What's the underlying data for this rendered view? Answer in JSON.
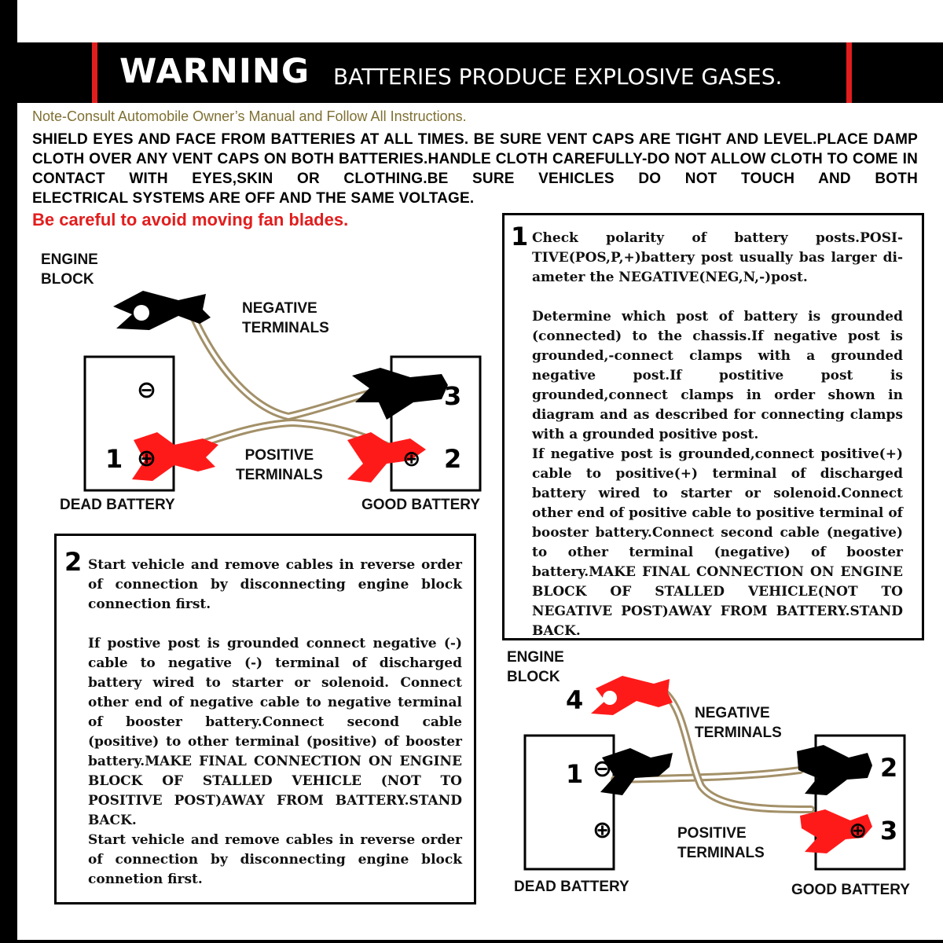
{
  "header": {
    "warning": "WARNING",
    "subtitle": "BATTERIES PRODUCE EXPLOSIVE GASES."
  },
  "note": "Note-Consult Automobile Owner’s Manual and Follow All Instructions.",
  "shield_text": "SHIELD EYES AND FACE FROM BATTERIES AT ALL TIMES. BE SURE VENT CAPS ARE TIGHT AND LEVEL.PLACE DAMP CLOTH OVER ANY VENT CAPS ON BOTH BATTERIES.HANDLE CLOTH CAREFULLY-DO NOT ALLOW CLOTH TO COME IN CONTACT WITH EYES,SKIN OR CLOTHING.BE SURE VEHICLES DO NOT TOUCH AND BOTH",
  "shield_last": "ELECTRICAL SYSTEMS ARE OFF AND THE SAME VOLTAGE.",
  "caution": "Be careful to avoid moving fan blades.",
  "diagram1": {
    "engine_block": "ENGINE\nBLOCK",
    "negative_terminals": "NEGATIVE\nTERMINALS",
    "positive_terminals": "POSITIVE\nTERMINALS",
    "dead_battery": "DEAD BATTERY",
    "good_battery": "GOOD BATTERY",
    "minus": "⊖",
    "plus": "⊕",
    "n1": "1",
    "n2": "2",
    "n3": "3"
  },
  "diagram2": {
    "engine_block": "ENGINE\nBLOCK",
    "negative_terminals": "NEGATIVE\nTERMINALS",
    "positive_terminals": "POSITIVE\nTERMINALS",
    "dead_battery": "DEAD BATTERY",
    "good_battery": "GOOD BATTERY",
    "minus": "⊖",
    "plus": "⊕",
    "n1": "1",
    "n2": "2",
    "n3": "3",
    "n4": "4"
  },
  "step1": {
    "number": "1",
    "p1": "Check polarity of battery posts.POSI­TIVE(POS,P,+)battery post usually bas larger di­ameter the NEGATIVE(NEG,N,-)post.",
    "p2": "Determine which post of battery is grounded (con­nected) to the chassis.If negative post is grounded,-connect clamps with a grounded negative post.If postitive post is grounded,connect clamps in order shown in diagram and as described for connecting clamps with a grounded positive post.",
    "p3": "If negative post is grounded,connect positive(+) cable to positive(+) terminal of discharged battery wired to starter or solenoid.Connect other end of positive cable to positive terminal of booster bat­tery.Connect second cable (negative) to other ter­minal (negative) of booster battery.MAKE FINAL CONNECTION ON ENGINE BLOCK OF STALLED VEHICLE(NOT TO NEGATIVE POST)AWAY FROM BATTERY.STAND BACK."
  },
  "step2": {
    "number": "2",
    "p1": "Start vehicle and remove cables in reverse order of connection by disconnecting engine block connec­tion first.",
    "p2": "If postive post is grounded connect negative (-) cable to negative (-) terminal of discharged battery wired to starter or solenoid. Connect other end of negative cable to negative terminal of booster bat­tery.Connect second cable (positive) to other termi­nal (positive) of booster battery.MAKE FINAL CONNECTION ON ENGINE BLOCK OF STALLED VEHICLE (NOT TO POSITIVE POST)AWAY FROM BATTERY.STAND BACK.",
    "p3": "Start vehicle and remove cables in reverse order of connection by disconnecting engine block connet­ion first."
  },
  "colors": {
    "warning_red": "#e21d1d",
    "note_olive": "#7f7032",
    "cable_tan": "#a39068",
    "clamp_red": "#ff1a1a",
    "clamp_black": "#000000"
  }
}
